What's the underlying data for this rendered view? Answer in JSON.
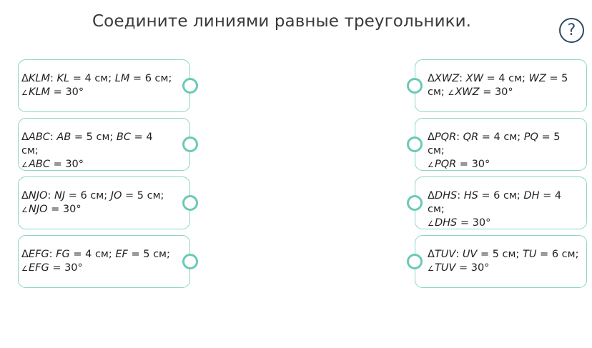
{
  "title": "Соедините линиями равные треугольники.",
  "help_label": "?",
  "left_items": [
    {
      "name": "KLM",
      "line1": [
        {
          "t": "Δ",
          "s": "tri"
        },
        {
          "t": "KLM",
          "s": "i"
        },
        {
          "t": ": ",
          "s": "n"
        },
        {
          "t": "KL",
          "s": "i"
        },
        {
          "t": " = 4 см; ",
          "s": "n"
        },
        {
          "t": "LM",
          "s": "i"
        },
        {
          "t": " = 6 см;",
          "s": "n"
        }
      ],
      "line2": [
        {
          "t": "∠",
          "s": "ang"
        },
        {
          "t": "KLM",
          "s": "i"
        },
        {
          "t": " = 30°",
          "s": "n"
        }
      ]
    },
    {
      "name": "ABC",
      "line1": [
        {
          "t": "Δ",
          "s": "tri"
        },
        {
          "t": "ABC",
          "s": "i"
        },
        {
          "t": ": ",
          "s": "n"
        },
        {
          "t": "AB",
          "s": "i"
        },
        {
          "t": " = 5 см; ",
          "s": "n"
        },
        {
          "t": "BC",
          "s": "i"
        },
        {
          "t": " = 4 см;",
          "s": "n"
        }
      ],
      "line2": [
        {
          "t": "∠",
          "s": "ang"
        },
        {
          "t": "ABC",
          "s": "i"
        },
        {
          "t": " = 30°",
          "s": "n"
        }
      ]
    },
    {
      "name": "NJO",
      "line1": [
        {
          "t": "Δ",
          "s": "tri"
        },
        {
          "t": "NJO",
          "s": "i"
        },
        {
          "t": ": ",
          "s": "n"
        },
        {
          "t": "NJ",
          "s": "i"
        },
        {
          "t": " = 6 см; ",
          "s": "n"
        },
        {
          "t": "JO",
          "s": "i"
        },
        {
          "t": " = 5 см;",
          "s": "n"
        }
      ],
      "line2": [
        {
          "t": "∠",
          "s": "ang"
        },
        {
          "t": "NJO",
          "s": "i"
        },
        {
          "t": " = 30°",
          "s": "n"
        }
      ]
    },
    {
      "name": "EFG",
      "line1": [
        {
          "t": "Δ",
          "s": "tri"
        },
        {
          "t": "EFG",
          "s": "i"
        },
        {
          "t": ": ",
          "s": "n"
        },
        {
          "t": "FG",
          "s": "i"
        },
        {
          "t": " = 4 см; ",
          "s": "n"
        },
        {
          "t": "EF",
          "s": "i"
        },
        {
          "t": " = 5 см;",
          "s": "n"
        }
      ],
      "line2": [
        {
          "t": "∠",
          "s": "ang"
        },
        {
          "t": "EFG",
          "s": "i"
        },
        {
          "t": " = 30°",
          "s": "n"
        }
      ]
    }
  ],
  "right_items": [
    {
      "name": "XWZ",
      "line1": [
        {
          "t": "Δ",
          "s": "tri"
        },
        {
          "t": "XWZ",
          "s": "i"
        },
        {
          "t": ": ",
          "s": "n"
        },
        {
          "t": "XW",
          "s": "i"
        },
        {
          "t": " = 4 см; ",
          "s": "n"
        },
        {
          "t": "WZ",
          "s": "i"
        },
        {
          "t": " = 5",
          "s": "n"
        }
      ],
      "line2": [
        {
          "t": "см; ",
          "s": "n"
        },
        {
          "t": "∠",
          "s": "ang"
        },
        {
          "t": "XWZ",
          "s": "i"
        },
        {
          "t": " = 30°",
          "s": "n"
        }
      ]
    },
    {
      "name": "PQR",
      "line1": [
        {
          "t": "Δ",
          "s": "tri"
        },
        {
          "t": "PQR",
          "s": "i"
        },
        {
          "t": ": ",
          "s": "n"
        },
        {
          "t": "QR",
          "s": "i"
        },
        {
          "t": " = 4 см; ",
          "s": "n"
        },
        {
          "t": "PQ",
          "s": "i"
        },
        {
          "t": " = 5 см;",
          "s": "n"
        }
      ],
      "line2": [
        {
          "t": "∠",
          "s": "ang"
        },
        {
          "t": "PQR",
          "s": "i"
        },
        {
          "t": " = 30°",
          "s": "n"
        }
      ]
    },
    {
      "name": "DHS",
      "line1": [
        {
          "t": "Δ",
          "s": "tri"
        },
        {
          "t": "DHS",
          "s": "i"
        },
        {
          "t": ": ",
          "s": "n"
        },
        {
          "t": "HS",
          "s": "i"
        },
        {
          "t": " = 6 см; ",
          "s": "n"
        },
        {
          "t": "DH",
          "s": "i"
        },
        {
          "t": " = 4 см;",
          "s": "n"
        }
      ],
      "line2": [
        {
          "t": "∠",
          "s": "ang"
        },
        {
          "t": "DHS",
          "s": "i"
        },
        {
          "t": " = 30°",
          "s": "n"
        }
      ]
    },
    {
      "name": "TUV",
      "line1": [
        {
          "t": "Δ",
          "s": "tri"
        },
        {
          "t": "TUV",
          "s": "i"
        },
        {
          "t": ": ",
          "s": "n"
        },
        {
          "t": "UV",
          "s": "i"
        },
        {
          "t": " = 5 см; ",
          "s": "n"
        },
        {
          "t": "TU",
          "s": "i"
        },
        {
          "t": " = 6 см;",
          "s": "n"
        }
      ],
      "line2": [
        {
          "t": "∠",
          "s": "ang"
        },
        {
          "t": "TUV",
          "s": "i"
        },
        {
          "t": " = 30°",
          "s": "n"
        }
      ]
    }
  ],
  "colors": {
    "card_border": "#8ad6c6",
    "handle_ring": "#6cc9b6",
    "help_icon": "#2d4a66",
    "text": "#222222"
  }
}
